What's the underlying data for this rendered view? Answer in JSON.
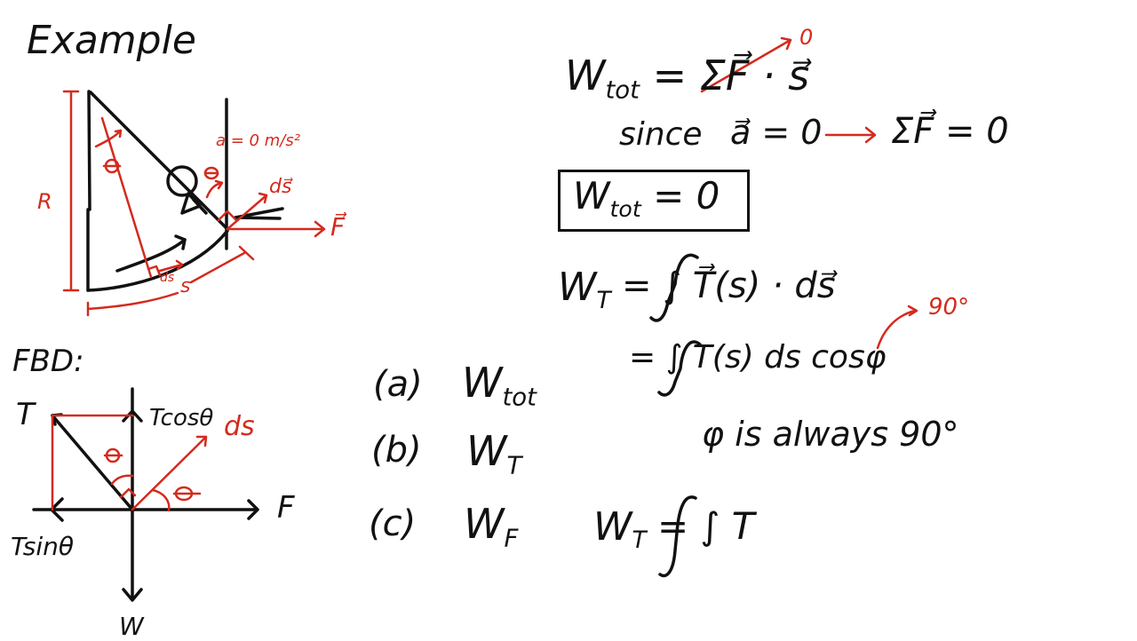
{
  "colors": {
    "ink": "#111111",
    "annotation": "#d42a1e",
    "background": "#ffffff"
  },
  "heading": "Example",
  "diagram": {
    "radius_label": "R",
    "angle_label": "θ",
    "angle_label_2": "θ",
    "accel_label": "a = 0 m/s²",
    "ds_vec_label": "ds⃗",
    "force_label": "F⃗",
    "ds_label": "ds",
    "s_label": "s"
  },
  "fbd": {
    "title": "FBD:",
    "tension_label": "T",
    "tcos_label": "Tcosθ",
    "ds_label": "ds",
    "theta_top": "θ",
    "theta_right": "θ",
    "force_label": "F",
    "tsin_label": "Tsinθ",
    "weight_label": "W"
  },
  "questions": [
    {
      "label": "(a)",
      "expr": "W",
      "sub": "tot"
    },
    {
      "label": "(b)",
      "expr": "W",
      "sub": "T"
    },
    {
      "label": "(c)",
      "expr": "W",
      "sub": "F"
    }
  ],
  "work": {
    "line1_lhs": "W",
    "line1_lhs_sub": "tot",
    "line1_rhs": "= ΣF⃗ · s⃗",
    "line1_cross_note": "0",
    "line2_since": "since",
    "line2_cond": "a⃗ = 0",
    "line2_arrow": "→",
    "line2_result": "ΣF⃗ = 0",
    "boxed_lhs": "W",
    "boxed_lhs_sub": "tot",
    "boxed_rhs": "= 0",
    "wt_lhs": "W",
    "wt_lhs_sub": "T",
    "wt_rhs1": "= ∫ T⃗(s) · ds⃗",
    "wt_rhs2": "= ∫ T(s) ds cosφ",
    "phi_note": "90°",
    "phi_statement": "φ is always 90°",
    "wt2_lhs": "W",
    "wt2_lhs_sub": "T",
    "wt2_rhs": "= ∫ T"
  }
}
